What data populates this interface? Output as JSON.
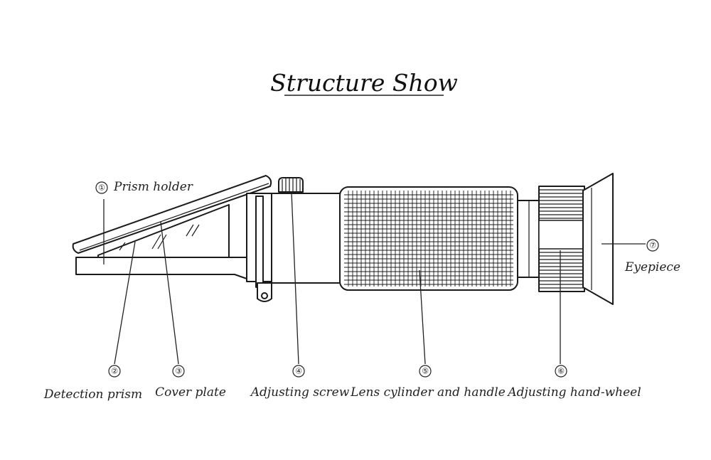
{
  "title": "Structure Show",
  "parts": [
    {
      "number": "①",
      "label": "Prism holder"
    },
    {
      "number": "②",
      "label": "Detection prism"
    },
    {
      "number": "③",
      "label": "Cover plate"
    },
    {
      "number": "④",
      "label": "Adjusting screw"
    },
    {
      "number": "⑤",
      "label": "Lens cylinder and handle"
    },
    {
      "number": "⑥",
      "label": "Adjusting hand-wheel"
    },
    {
      "number": "⑦",
      "label": "Eyepiece"
    }
  ]
}
